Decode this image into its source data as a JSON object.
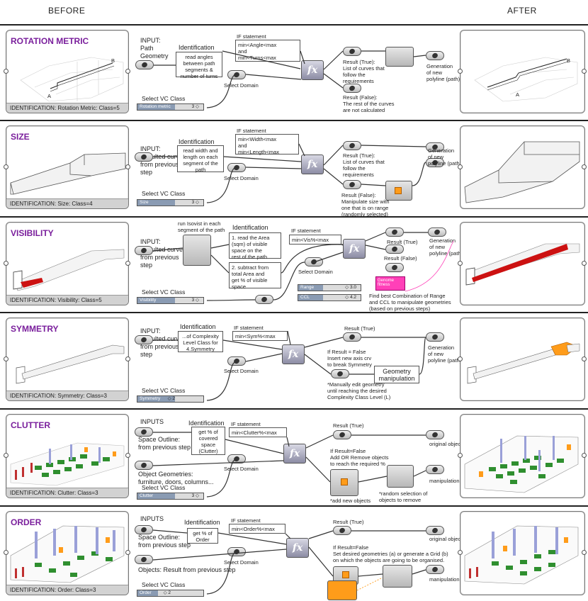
{
  "headers": {
    "before": "BEFORE",
    "after": "AFTER"
  },
  "rows": [
    {
      "title": "ROTATION METRIC",
      "footer": "IDENTIFICATION:  Rotation Metric: Class=5",
      "input_label": "INPUT:\nPath\nGeometry",
      "ident_title": "Identification",
      "ident_text": "read angles\nbetween path\nsegments &\nnumber of turns",
      "if_title": "IF statement",
      "if_text": "min<Angle<max\nand\nmin<Turns<max",
      "true_text": "Result (True):\nList of curves that\nfollow the\nrequirements",
      "false_text": "Result (False):\nThe rest of the curves\nare not calculated",
      "gen_text": "Generation\nof new\npolyline (path)",
      "select_vc": "Select VC Class",
      "slider_name": "Rotation metric",
      "slider_value": "3 ◇",
      "select_domain": "Select Domain",
      "scene_labels": [
        "A",
        "B"
      ]
    },
    {
      "title": "SIZE",
      "footer": "IDENTIFICATION:  Size: Class=4",
      "input_label": "INPUT:\nResulted curves\nfrom previous\nstep",
      "ident_title": "Identification",
      "ident_text": "read width and\nlength on each\nsegment of the\npath",
      "if_title": "IF statement",
      "if_text": "min<Width<max\nand\nmin<Length<max",
      "true_text": "Result (True):\nList of curves that\nfollow the\nrequirements",
      "false_text": "Result (False):\nManipulate size with\none that is on range\n(randomly selected)",
      "gen_text": "Generation\nof new\npolyline (path)",
      "select_vc": "Select VC Class",
      "slider_name": "Size",
      "slider_value": "3 ◇",
      "select_domain": "Select Domain"
    },
    {
      "title": "VISIBILITY",
      "footer": "IDENTIFICATION:  Visibility: Class=5",
      "input_label": "INPUT:\nResulted curves\nfrom previous\nstep",
      "run_text": "run Isovist in each\nsegment of the path",
      "ident_title": "Identification",
      "ident_text1": "1. read the Area\n(sqm) of visible\nspace on the\nrest of the path",
      "ident_text2": "2. subtract from\ntotal Area and\nget % of visible\nspace",
      "if_title": "IF statement",
      "if_text": "min<Vis%<max",
      "true_text": "Result (True)",
      "false_text": "Result (False)",
      "gen_text": "Generation\nof new\npolyline (path)",
      "select_vc": "Select VC Class",
      "slider_name": "Visibility",
      "slider_value": "3 ◇",
      "select_domain": "Select Domain",
      "range_name": "Range",
      "range_value": "◇ 3.0",
      "ccl_name": "CCL",
      "ccl_value": "◇ 4.2",
      "genome_text": "Genome\nfitness",
      "find_text": "Find best Combination of Range\nand CCL to manipulate geometries\n(based on previous steps)"
    },
    {
      "title": "SYMMETRY",
      "footer": "IDENTIFICATION:  Symmetry: Class=3",
      "input_label": "INPUT:\nResulted curves\nfrom previous\nstep",
      "ident_title": "Identification",
      "ident_text": "...of Complexity\nLevel Class for\n4.Symmetry",
      "if_title": "IF statement",
      "if_text": "min<Sym%<max",
      "true_text": "Result (True)",
      "false_text": "If Result = False\nInsert new axis crv\nto break Symmetry",
      "geom_text": "Geometry\nmanipulation",
      "manual_text": "*Manually edit geometry\nuntil reaching the desired\nComplexity Class Level (L)",
      "gen_text": "Generation\nof new\npolyline (path)",
      "select_vc": "Select VC Class",
      "slider_name": "Symmetry",
      "slider_value": "◇ 2",
      "select_domain": "Select Domain"
    },
    {
      "title": "CLUTTER",
      "footer": "IDENTIFICATION:  Clutter: Class=3",
      "inputs_label": "INPUTS",
      "input1": "Space Outline:\nfrom previous step",
      "input2": "Object Geometries:\nfurniture, doors, columns...",
      "ident_title": "Identification",
      "ident_text": "get % of\ncovered\nspace\n(Clutter)",
      "if_title": "IF statement",
      "if_text": "min<Clutter%<max",
      "true_text": "Result (True)",
      "false_text": "If Result=False\nAdd OR Remove objects\nto reach the required %",
      "add_text": "*add new objects",
      "random_text": "*random selection of\nobjects to remove",
      "orig_text": "original objects",
      "manip_text": "manipulation",
      "select_vc": "Select VC Class",
      "slider_name": "Clutter",
      "slider_value": "3 ◇",
      "select_domain": "Select Domain"
    },
    {
      "title": "ORDER",
      "footer": "IDENTIFICATION:  Order: Class=3",
      "inputs_label": "INPUTS",
      "input1": "Space Outline:\nfrom previous step",
      "input2": "Objects: Result from previous step",
      "ident_title": "Identification",
      "ident_text": "get % of\nOrder",
      "if_title": "IF statement",
      "if_text": "min<Order%<max",
      "true_text": "Result (True)",
      "false_text": "If Result=False\nSet desired geometries (a) or generate a Grid (b)\non which the objects are going to be organised.",
      "orig_text": "original objects",
      "manip_text": "manipulation",
      "select_vc": "Select VC Class",
      "slider_name": "Order",
      "slider_value": "◇ 2",
      "select_domain": "Select Domain"
    }
  ],
  "colors": {
    "title": "#7a1f9c",
    "pink": "#ff40b8",
    "orange": "#ff9c1a",
    "red": "#cc1111"
  }
}
